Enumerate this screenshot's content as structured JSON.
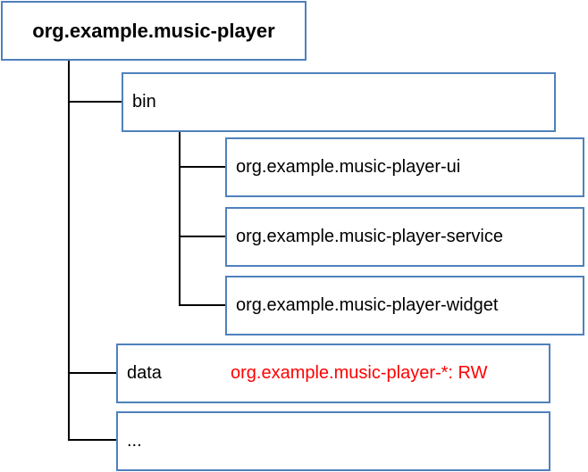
{
  "colors": {
    "box_border": "#4F81BD",
    "connector": "#000000",
    "permission_text": "#FF0000"
  },
  "root": {
    "label": "org.example.music-player"
  },
  "bin": {
    "label": "bin",
    "children": [
      {
        "label": "org.example.music-player-ui"
      },
      {
        "label": "org.example.music-player-service"
      },
      {
        "label": "org.example.music-player-widget"
      }
    ]
  },
  "data_dir": {
    "label": "data",
    "permission": "org.example.music-player-*:  RW"
  },
  "more": {
    "label": "..."
  }
}
